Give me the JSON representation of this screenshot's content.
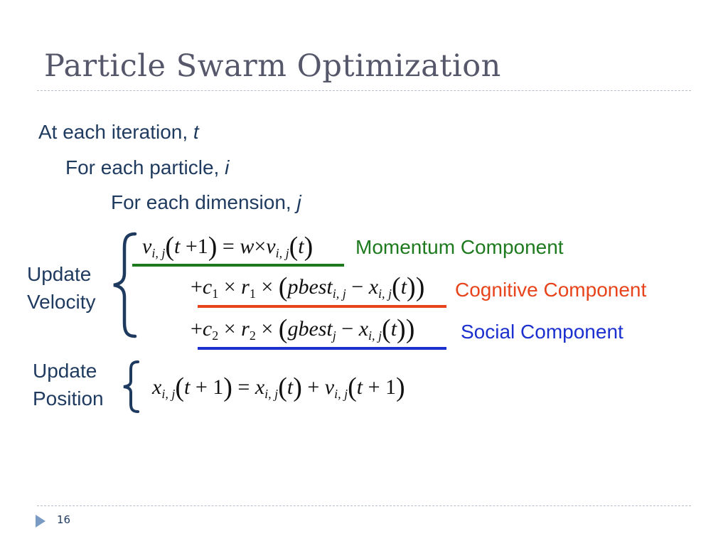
{
  "slide": {
    "title": "Particle Swarm Optimization",
    "page_number": "16"
  },
  "loop": {
    "line1_text": "At each iteration, ",
    "line1_var": "t",
    "line2_text": "For each particle, ",
    "line2_var": "i",
    "line3_text": "For each dimension, ",
    "line3_var": "j"
  },
  "labels": {
    "update_velocity_line1": "Update",
    "update_velocity_line2": "Velocity",
    "update_position_line1": "Update",
    "update_position_line2": "Position"
  },
  "components": {
    "momentum": "Momentum Component",
    "cognitive": "Cognitive Component",
    "social": "Social Component"
  },
  "colors": {
    "momentum": "#1e7a1e",
    "cognitive": "#e8441c",
    "social": "#1c2fcf",
    "text": "#1f3a5f",
    "title": "#56576a"
  },
  "icons": {
    "footer_bullet": "triangle-right-icon",
    "velocity_brace": "left-curly-brace-icon",
    "position_brace": "left-curly-brace-icon"
  }
}
